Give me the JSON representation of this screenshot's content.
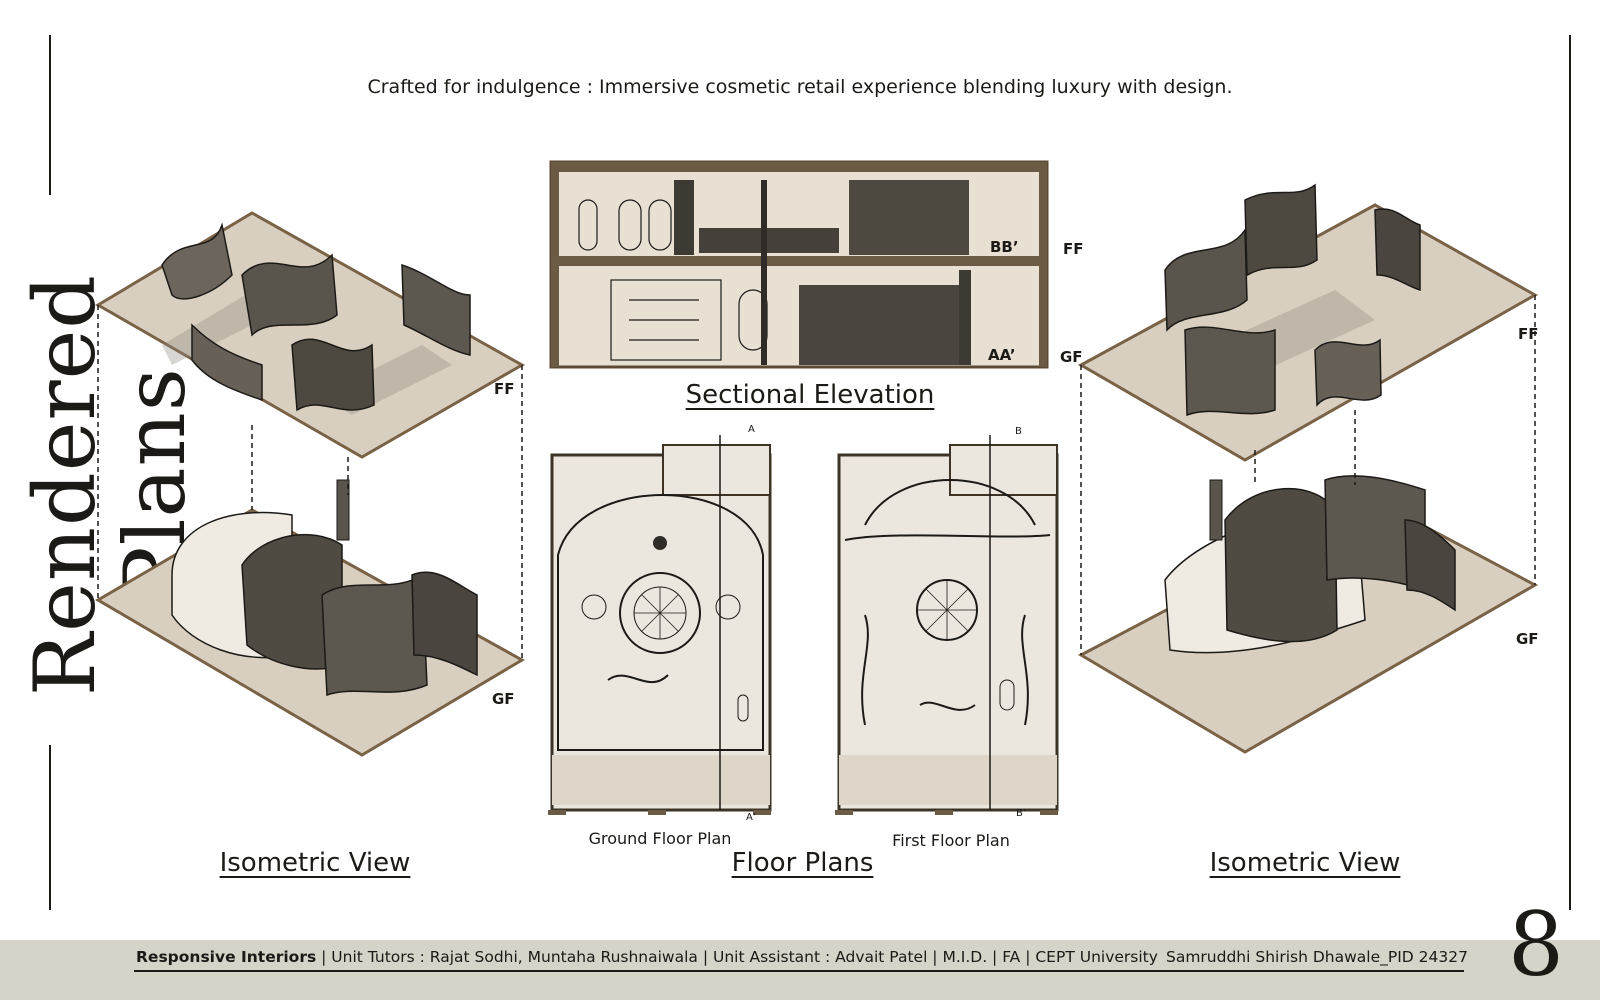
{
  "side_title": "Rendered Plans",
  "tagline": "Crafted for indulgence : Immersive cosmetic retail experience blending luxury with design.",
  "sections": {
    "iso_left": {
      "caption": "Isometric View",
      "ff": "FF",
      "gf": "GF"
    },
    "elevation": {
      "caption": "Sectional Elevation",
      "bb": "BB’",
      "aa": "AA’",
      "ff": "FF",
      "gf": "GF"
    },
    "floor_plans": {
      "caption": "Floor Plans",
      "ground": "Ground Floor Plan",
      "first": "First Floor Plan",
      "a": "A",
      "a_prime": "A’",
      "b": "B",
      "b_prime": "B’"
    },
    "iso_right": {
      "caption": "Isometric View",
      "ff": "FF",
      "gf": "GF"
    }
  },
  "footer": {
    "project": "Responsive Interiors",
    "details": " | Unit Tutors : Rajat Sodhi, Muntaha Rushnaiwala | Unit Assistant : Advait Patel | M.I.D. | FA | CEPT University",
    "author": "Samruddhi Shirish Dhawale_PID 24327",
    "page_number": "8"
  },
  "colors": {
    "ink": "#1c1a17",
    "floor": "#d8cfc0",
    "frame": "#7a6246",
    "footer_bg": "#d6d3c8"
  }
}
